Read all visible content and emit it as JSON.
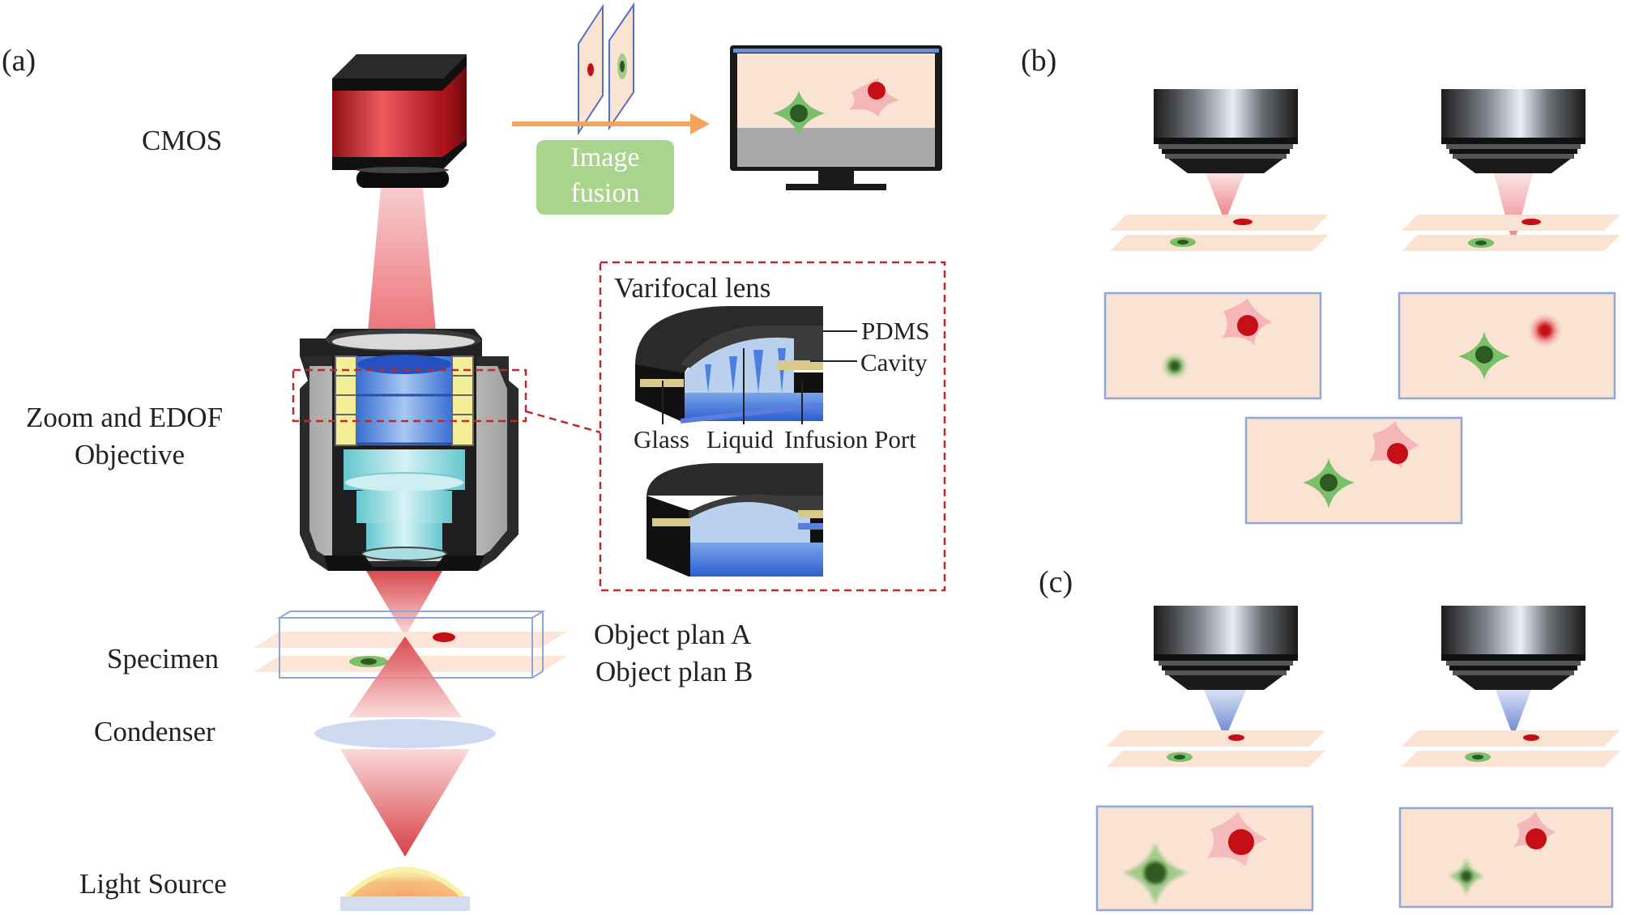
{
  "panels": {
    "a": "(a)",
    "b": "(b)",
    "c": "(c)"
  },
  "left_labels": {
    "cmos": "CMOS",
    "zoom_line1": "Zoom and EDOF",
    "zoom_line2": "Objective",
    "specimen": "Specimen",
    "condenser": "Condenser",
    "light_source": "Light Source"
  },
  "fusion": {
    "line1": "Image",
    "line2": "fusion"
  },
  "varifocal": {
    "title": "Varifocal lens",
    "pdms": "PDMS",
    "cavity": "Cavity",
    "glass": "Glass",
    "liquid": "Liquid",
    "infusion": "Infusion Port"
  },
  "object_planes": {
    "a": "Object plan A",
    "b": "Object plan B"
  },
  "colors": {
    "red_beam": "#e53940",
    "camera_red": "#c4161c",
    "blue_cone": "#6f8fd6",
    "plane_fill": "#fbe3d4",
    "frame_border": "#8fa6d8",
    "green_cell": "#4f9a3a",
    "red_cell": "#c50f17",
    "fusion_green": "#a8d48c",
    "arrow_orange": "#f2a35e",
    "dashed_red": "#c0282d"
  }
}
